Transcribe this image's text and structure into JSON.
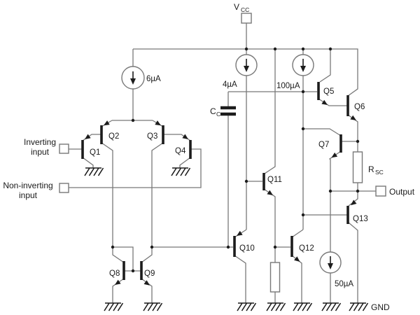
{
  "colors": {
    "wire": "#787878",
    "ink": "#1c1c1c",
    "text": "#1a1a1a",
    "bg": "#ffffff"
  },
  "power": {
    "vcc_main": "V",
    "vcc_sub": "CC",
    "gnd": "GND"
  },
  "inputs": {
    "inverting": [
      "Inverting",
      "input"
    ],
    "non_inverting": [
      "Non-inverting",
      "input"
    ]
  },
  "output_label": "Output",
  "sources": {
    "bias6": "6µA",
    "bias4": "4µA",
    "bias100": "100µA",
    "bias50": "50µA"
  },
  "capacitor": {
    "name": "C",
    "sub": "C"
  },
  "resistor": {
    "name": "R",
    "sub": "SC"
  },
  "transistors": {
    "q1": "Q1",
    "q2": "Q2",
    "q3": "Q3",
    "q4": "Q4",
    "q5": "Q5",
    "q6": "Q6",
    "q7": "Q7",
    "q8": "Q8",
    "q9": "Q9",
    "q10": "Q10",
    "q11": "Q11",
    "q12": "Q12",
    "q13": "Q13"
  }
}
